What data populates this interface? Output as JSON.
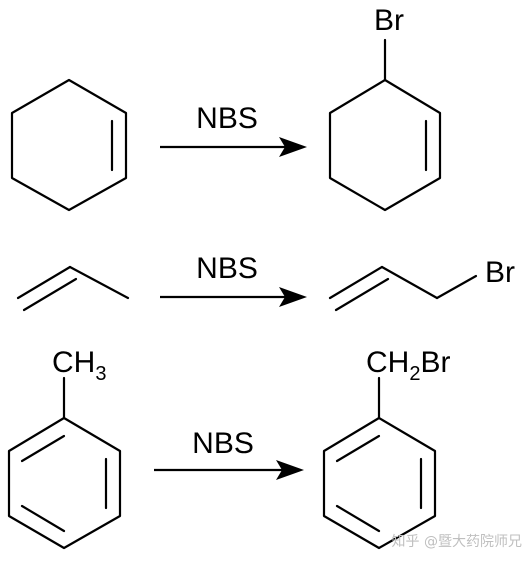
{
  "reactions": [
    {
      "reagent": "NBS",
      "reactant": {
        "name": "cyclohexene"
      },
      "product": {
        "name": "3-bromocyclohexene",
        "substituent": "Br"
      }
    },
    {
      "reagent": "NBS",
      "reactant": {
        "name": "propene"
      },
      "product": {
        "name": "allyl bromide",
        "substituent": "Br"
      }
    },
    {
      "reagent": "NBS",
      "reactant": {
        "name": "toluene",
        "substituent_main": "CH",
        "substituent_sub": "3"
      },
      "product": {
        "name": "benzyl bromide",
        "substituent_a": "CH",
        "substituent_sub": "2",
        "substituent_b": "Br"
      }
    }
  ],
  "watermark": "知乎 @暨大药院师兄"
}
